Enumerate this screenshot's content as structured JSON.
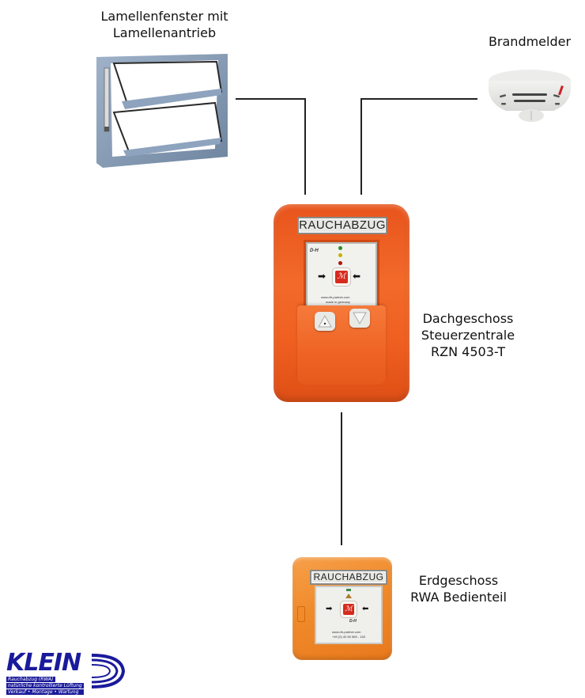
{
  "diagram": {
    "title": "RWA Rauchabzug Anlagenschema",
    "nodes": {
      "window": {
        "label_line1": "Lamellenfenster mit",
        "label_line2": "Lamellenantrieb"
      },
      "detector": {
        "label": "Brandmelder"
      },
      "central": {
        "label_line1": "Dachgeschoss",
        "label_line2": "Steuerzentrale",
        "label_line3": "RZN 4503-T",
        "plate_text": "RAUCHABZUG",
        "brand": "D-H",
        "web": "www.dh-partner.com",
        "made": "made in germany",
        "status_leds": [
          "#2e8b2e",
          "#c9b000",
          "#b3140f"
        ]
      },
      "panel": {
        "label_line1": "Erdgeschoss",
        "label_line2": "RWA Bedienteil",
        "plate_text": "RAUCHABZUG",
        "brand": "D-H",
        "web": "www.dh-partner.com",
        "phone": "+49 (0) 40 60 565 - 183"
      }
    },
    "connections": [
      {
        "from": "window",
        "to": "central"
      },
      {
        "from": "detector",
        "to": "central"
      },
      {
        "from": "central",
        "to": "panel"
      }
    ]
  },
  "logo": {
    "name": "KLEIN",
    "line1": "Rauchabzug (RWA)",
    "line2": "natürliche kontrollierte Lüftung",
    "line3": "Verkauf • Montage • Wartung",
    "color": "#1a1a9c"
  },
  "colors": {
    "line": "#222222",
    "central_orange": "#ef5f20",
    "panel_orange": "#f08a2a",
    "window_frame": "#8ea3bd"
  }
}
